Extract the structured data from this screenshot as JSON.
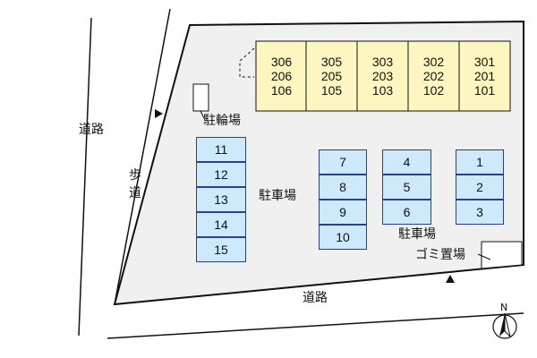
{
  "labels": {
    "road_left": "道路",
    "road_bottom": "道路",
    "sidewalk": "歩道",
    "bicycle_parking": "駐輪場",
    "parking_center": "駐車場",
    "parking_right": "駐車場",
    "garbage": "ゴミ置場",
    "north": "N"
  },
  "colors": {
    "lot": "#f0f0f0",
    "building": "#fdf6c0",
    "parking": "#cde9fb",
    "parking_border": "#2b3f8f",
    "line": "#111111"
  },
  "building_units": [
    {
      "floor3": "306",
      "floor2": "206",
      "floor1": "106"
    },
    {
      "floor3": "305",
      "floor2": "205",
      "floor1": "105"
    },
    {
      "floor3": "303",
      "floor2": "203",
      "floor1": "103"
    },
    {
      "floor3": "302",
      "floor2": "202",
      "floor1": "102"
    },
    {
      "floor3": "301",
      "floor2": "201",
      "floor1": "101"
    }
  ],
  "parking_left": [
    "11",
    "12",
    "13",
    "14",
    "15"
  ],
  "parking_mid_left": [
    "7",
    "8",
    "9",
    "10"
  ],
  "parking_mid_right": [
    "4",
    "5",
    "6"
  ],
  "parking_right_col": [
    "1",
    "2",
    "3"
  ],
  "icons": {
    "entrance_west": "triangle-right-icon",
    "entrance_south": "triangle-up-icon",
    "north_arrow": "compass-north-icon"
  }
}
